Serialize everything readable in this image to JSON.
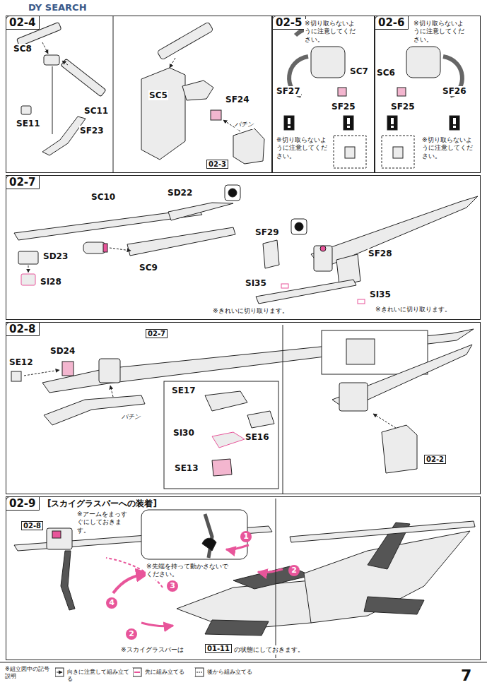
{
  "diagram": {
    "nodes": [
      {
        "text": [
          "02-4"
        ]
      },
      {
        "text": [
          "02-5"
        ]
      },
      {
        "text": [
          "02-6"
        ]
      },
      {
        "text": [
          "02-7"
        ]
      },
      {
        "text": [
          "02-8"
        ]
      },
      {
        "text": [
          "02-9",
          "[スカイグラスパーへの装着]"
        ]
      }
    ],
    "labels": [
      "DY SEARCH",
      "SC8",
      "SC11",
      "SE11",
      "SF23",
      "SC5",
      "SF24",
      "パチン",
      "02-3",
      "※切り取らないように注意してください。",
      "SC7",
      "SF27",
      "SF25",
      "※切り取らないように注意してください。",
      "※切り取らないように注意してください。",
      "SC6",
      "SF25",
      "SF26",
      "※切り取らないように注意してください。",
      "SC10",
      "SD22",
      "SC9",
      "SD23",
      "SI28",
      "SF29",
      "SI35",
      "※きれいに切り取ります。",
      "SF28",
      "SI35",
      "※きれいに切り取ります。",
      "02-7",
      "SE12",
      "SD24",
      "パチン",
      "SE17",
      "SI30",
      "SE16",
      "SE13",
      "02-2",
      "※アームをまっすぐにしておきます。",
      "※先端を持って動かさないでください。",
      "1",
      "2",
      "3",
      "4",
      "2",
      "※スカイグラスパーは",
      "01-11",
      "の状態にしておきます。",
      "02-8",
      "※組立図中の記号説明",
      "向きに注意して組み立てる",
      "先に組み立てる",
      "後から組み立てる",
      "7"
    ]
  }
}
